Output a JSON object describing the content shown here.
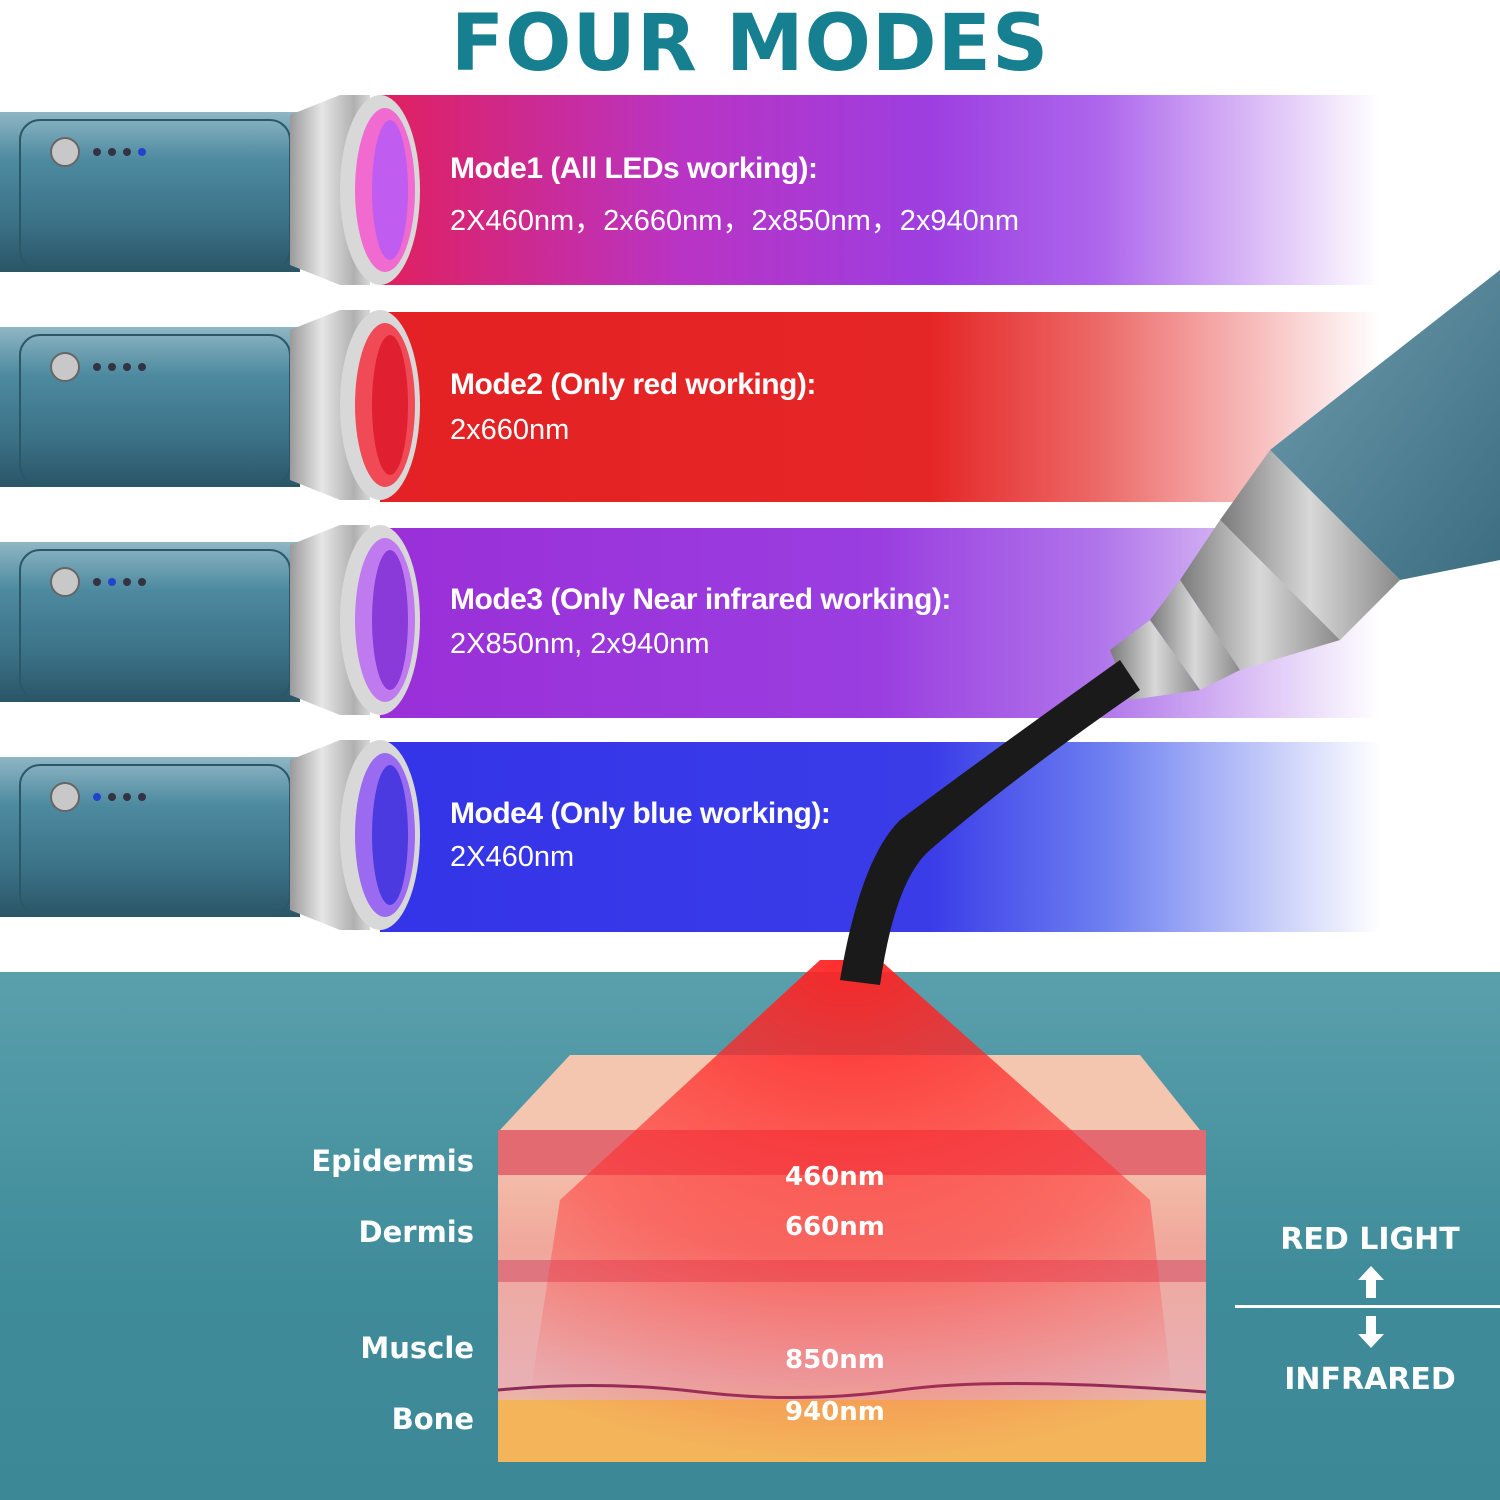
{
  "title": "FOUR MODES",
  "modes": [
    {
      "title": "Mode1 (All LEDs working):",
      "spec": "2X460nm，2x660nm，2x850nm，2x940nm"
    },
    {
      "title": "Mode2 (Only red working):",
      "spec": "2x660nm"
    },
    {
      "title": "Mode3 (Only Near infrared working):",
      "spec": "2X850nm, 2x940nm"
    },
    {
      "title": "Mode4 (Only blue working):",
      "spec": "2X460nm"
    }
  ],
  "layers": {
    "epidermis": "Epidermis",
    "dermis": "Dermis",
    "muscle": "Muscle",
    "bone": "Bone"
  },
  "wavelengths": {
    "w460": "460nm",
    "w660": "660nm",
    "w850": "850nm",
    "w940": "940nm"
  },
  "legend": {
    "top": "RED LIGHT",
    "bottom": "INFRARED"
  },
  "colors": {
    "title": "#167f90",
    "mode1_band": "#9d3ee0",
    "mode2_band": "#e42124",
    "mode3_band": "#9a2fd8",
    "mode4_band": "#3434e8",
    "background_teal": "#3e8b99"
  },
  "icons": [
    "pen-device-icon",
    "wand-device-icon",
    "skin-cross-section-illustration",
    "arrow-up-icon",
    "arrow-down-icon"
  ]
}
